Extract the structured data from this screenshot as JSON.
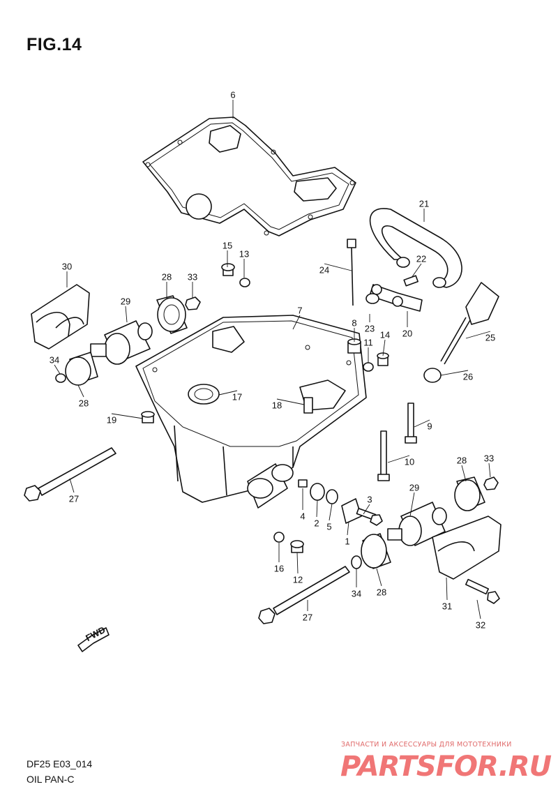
{
  "figure": {
    "title": "FIG.14"
  },
  "footer": {
    "code": "DF25 E03_014",
    "name": "OIL PAN-C"
  },
  "watermark": {
    "tagline": "ЗАПЧАСТИ И АКСЕССУАРЫ ДЛЯ МОТОТЕХНИКИ",
    "brand": "PARTSFOR.RU",
    "color": "#ef6b6b"
  },
  "fwd_label": "FWD",
  "callouts": [
    "1",
    "2",
    "3",
    "4",
    "5",
    "6",
    "7",
    "8",
    "9",
    "10",
    "11",
    "12",
    "13",
    "14",
    "15",
    "16",
    "17",
    "18",
    "19",
    "20",
    "21",
    "22",
    "23",
    "24",
    "25",
    "26",
    "27",
    "28",
    "29",
    "30",
    "31",
    "32",
    "33",
    "34"
  ],
  "callout_positions": [
    {
      "n": "6"
    },
    {
      "n": "21"
    },
    {
      "n": "15"
    },
    {
      "n": "13"
    },
    {
      "n": "22"
    },
    {
      "n": "24"
    },
    {
      "n": "30"
    },
    {
      "n": "28"
    },
    {
      "n": "33"
    },
    {
      "n": "29"
    },
    {
      "n": "7"
    },
    {
      "n": "23"
    },
    {
      "n": "20"
    },
    {
      "n": "8"
    },
    {
      "n": "11"
    },
    {
      "n": "14"
    },
    {
      "n": "25"
    },
    {
      "n": "34"
    },
    {
      "n": "28"
    },
    {
      "n": "26"
    },
    {
      "n": "17"
    },
    {
      "n": "18"
    },
    {
      "n": "19"
    },
    {
      "n": "9"
    },
    {
      "n": "10"
    },
    {
      "n": "28"
    },
    {
      "n": "33"
    },
    {
      "n": "27"
    },
    {
      "n": "29"
    },
    {
      "n": "3"
    },
    {
      "n": "4"
    },
    {
      "n": "2"
    },
    {
      "n": "5"
    },
    {
      "n": "1"
    },
    {
      "n": "16"
    },
    {
      "n": "12"
    },
    {
      "n": "34"
    },
    {
      "n": "28"
    },
    {
      "n": "31"
    },
    {
      "n": "32"
    },
    {
      "n": "27"
    }
  ]
}
